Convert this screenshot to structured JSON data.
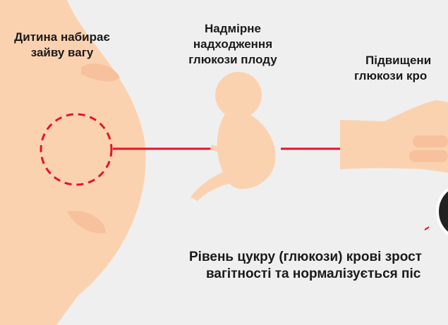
{
  "labels": {
    "baby_weight": [
      "Дитина набирає",
      "зайву вагу"
    ],
    "fetal_glucose": [
      "Надмірне",
      "надходження",
      "глюкози плоду"
    ],
    "blood_glucose": [
      "Підвищени",
      "глюкози кро"
    ],
    "caption": [
      "Рівень цукру (глюкози) крові зрост",
      "вагітності та нормалізується піс"
    ]
  },
  "colors": {
    "skin": "#fbd2b0",
    "accent": "#e8112d",
    "background": "#efefef"
  }
}
